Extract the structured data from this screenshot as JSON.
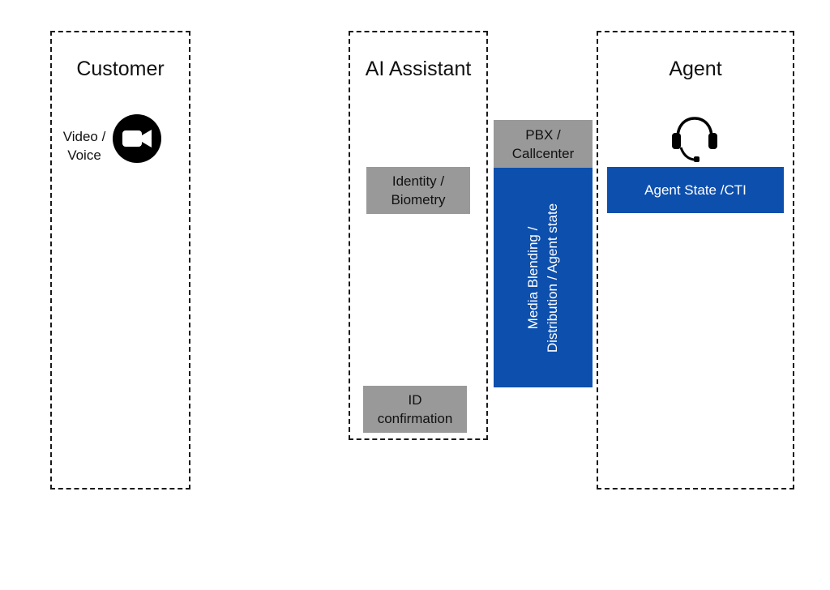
{
  "colors": {
    "gray_box": "#999999",
    "blue_box": "#0d4fad",
    "dashed_border": "#1a1a1a",
    "text": "#111111",
    "text_on_blue": "#ffffff"
  },
  "lanes": {
    "customer": {
      "title": "Customer"
    },
    "ai_assistant": {
      "title": "AI Assistant"
    },
    "agent": {
      "title": "Agent"
    }
  },
  "customer": {
    "channel_label_line1": "Video /",
    "channel_label_line2": "Voice",
    "channel_icon": "video-camera-icon"
  },
  "ai_assistant": {
    "identity_box": {
      "line1": "Identity /",
      "line2": "Biometry"
    },
    "id_confirmation_box": {
      "line1": "ID",
      "line2": "confirmation"
    }
  },
  "pbx": {
    "header": {
      "line1": "PBX /",
      "line2": "Callcenter"
    },
    "body": {
      "line1": "Media Blending /",
      "line2": "Distribution / Agent state"
    }
  },
  "agent": {
    "icon": "headset-icon",
    "state_box": {
      "label": "Agent State /CTI"
    }
  }
}
